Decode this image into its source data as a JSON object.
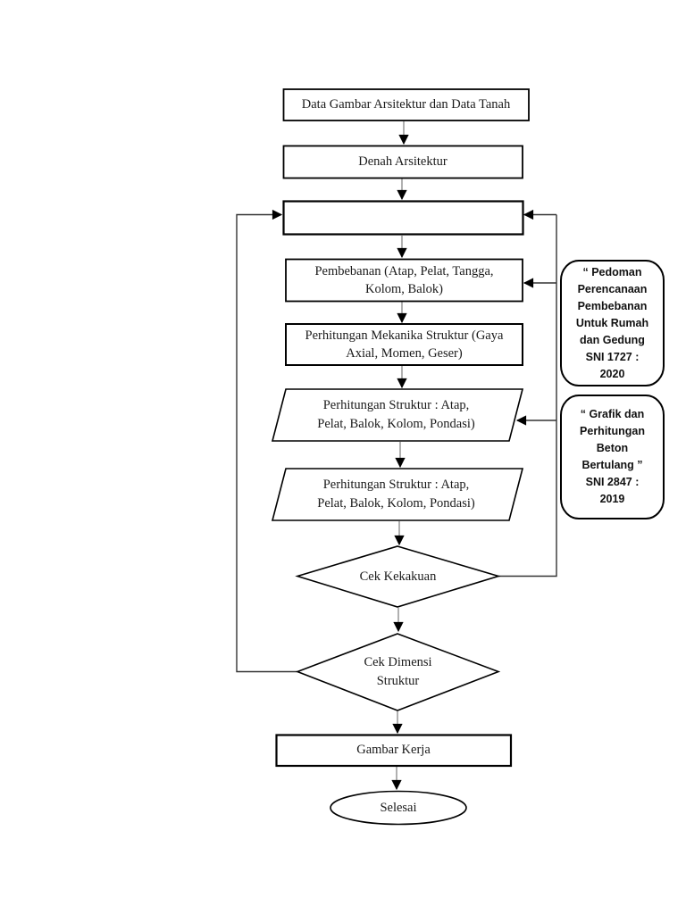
{
  "page": {
    "background": "#ffffff"
  },
  "flowchart": {
    "nodes": {
      "start_data": {
        "type": "process",
        "label": "Data Gambar Arsitektur dan Data Tanah"
      },
      "denah": {
        "type": "process",
        "label": "Denah Arsitektur"
      },
      "empty_step": {
        "type": "process",
        "label": ""
      },
      "pembebanan": {
        "type": "process",
        "label": "Pembebanan (Atap, Pelat, Tangga,\nKolom, Balok)"
      },
      "mekanika": {
        "type": "process",
        "label": "Perhitungan Mekanika Struktur (Gaya\nAxial, Momen, Geser)"
      },
      "struktur1": {
        "type": "input-output",
        "label": "Perhitungan Struktur : Atap,\nPelat, Balok, Kolom, Pondasi)"
      },
      "struktur2": {
        "type": "input-output",
        "label": "Perhitungan Struktur : Atap,\nPelat, Balok, Kolom, Pondasi)"
      },
      "cek_kekakuan": {
        "type": "decision",
        "label": "Cek Kekakuan"
      },
      "cek_dimensi": {
        "type": "decision",
        "label": "Cek Dimensi\nStruktur"
      },
      "gambar_kerja": {
        "type": "process",
        "label": "Gambar Kerja"
      },
      "selesai": {
        "type": "terminator",
        "label": "Selesai"
      }
    },
    "references": {
      "sni_1727": {
        "label": "“ Pedoman\nPerencanaan\nPembebanan\nUntuk Rumah\ndan Gedung\nSNI 1727 :\n2020"
      },
      "sni_2847": {
        "label": "“ Grafik dan\nPerhitungan\nBeton\nBertulang ”\nSNI 2847 :\n2019"
      }
    },
    "colors": {
      "shape_border": "#000000",
      "connector_line": "#8f8f8f",
      "feedback_line": "#333333",
      "arrowhead": "#000000",
      "text": "#1a1a1a",
      "background": "#ffffff"
    }
  }
}
